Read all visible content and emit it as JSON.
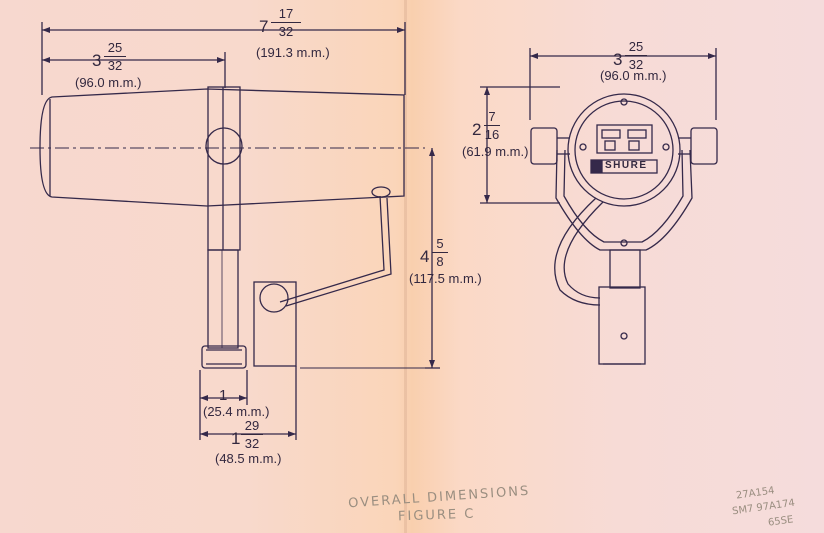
{
  "drawing": {
    "side_view": {
      "overall_length": {
        "whole": "7",
        "num": "17",
        "den": "32",
        "metric": "(191.3 m.m.)"
      },
      "body_diameter_side": {
        "whole": "3",
        "num": "25",
        "den": "32",
        "metric": "(96.0 m.m.)"
      },
      "height": {
        "whole": "4",
        "num": "5",
        "den": "8",
        "metric": "(117.5 m.m.)"
      },
      "mount_width": {
        "whole": "1",
        "metric": "(25.4 m.m.)"
      },
      "base_width": {
        "whole": "1",
        "num": "29",
        "den": "32",
        "metric": "(48.5 m.m.)"
      }
    },
    "rear_view": {
      "diameter": {
        "whole": "3",
        "num": "25",
        "den": "32",
        "metric": "(96.0 m.m.)"
      },
      "yoke_height": {
        "whole": "2",
        "num": "7",
        "den": "16",
        "metric": "(61.9 m.m.)"
      },
      "brand": "SHURE"
    },
    "handwriting": {
      "caption_line1": "OVERALL DIMENSIONS",
      "caption_line2": "FIGURE C",
      "notes": [
        "27A154",
        "SM7  97A174",
        "65SE"
      ]
    }
  }
}
